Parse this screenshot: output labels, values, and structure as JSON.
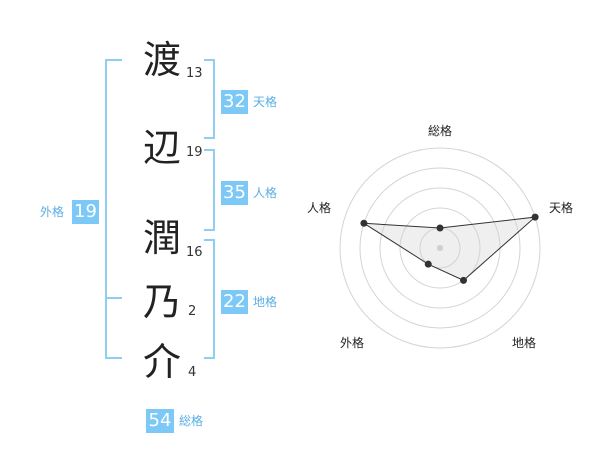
{
  "name": {
    "chars": [
      {
        "char": "渡",
        "strokes": "13"
      },
      {
        "char": "辺",
        "strokes": "19"
      },
      {
        "char": "潤",
        "strokes": "16"
      },
      {
        "char": "乃",
        "strokes": "2"
      },
      {
        "char": "介",
        "strokes": "4"
      }
    ]
  },
  "fortunes": {
    "tenkaku": {
      "value": "32",
      "label": "天格"
    },
    "jinkaku": {
      "value": "35",
      "label": "人格"
    },
    "chikaku": {
      "value": "22",
      "label": "地格"
    },
    "gaikaku": {
      "value": "19",
      "label": "外格"
    },
    "soukaku": {
      "value": "54",
      "label": "総格"
    }
  },
  "colors": {
    "accent": "#7cc8f6",
    "label": "#5aaee6",
    "bracket": "#8fcdf3"
  },
  "chart_data": {
    "type": "radar",
    "axes": [
      "総格",
      "天格",
      "地格",
      "外格",
      "人格"
    ],
    "rings": 5,
    "values": [
      1,
      5,
      2,
      1,
      4
    ],
    "max": 5
  }
}
